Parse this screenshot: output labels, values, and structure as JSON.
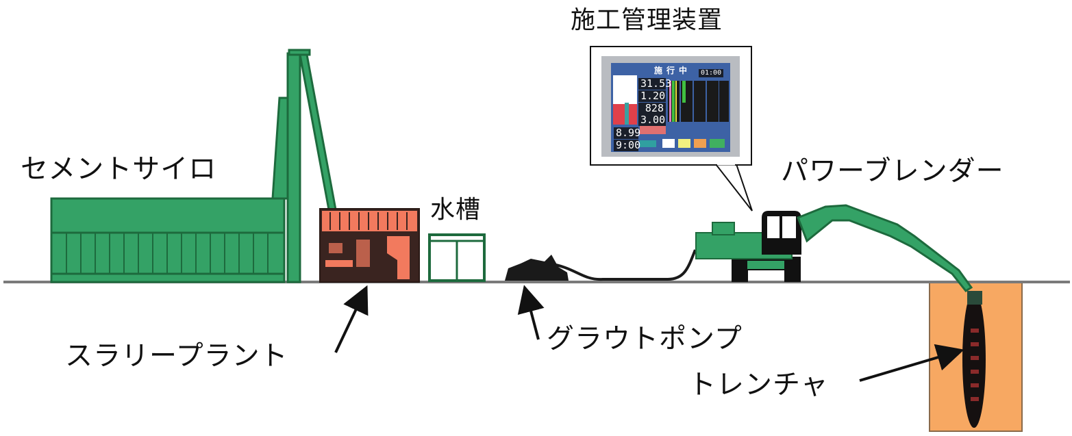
{
  "title": "施工管理装置",
  "labels": {
    "cement_silo": "セメントサイロ",
    "water_tank": "水槽",
    "power_blender": "パワーブレンダー",
    "slurry_plant": "スラリープラント",
    "grout_pump": "グラウトポンプ",
    "trencher": "トレンチャ"
  },
  "monitor": {
    "status": "施行中",
    "time": "01:00",
    "readings": [
      "31.53",
      "1.20",
      "828",
      "3.00",
      "8.99",
      "9:00"
    ]
  },
  "colors": {
    "equipment_green": "#34a266",
    "outline_green": "#1d6a3d",
    "slurry_plant": "#f27a5e",
    "trench": "#f7a862",
    "ground": "#7a7a7a",
    "monitor_screen": "#3d62a5"
  }
}
